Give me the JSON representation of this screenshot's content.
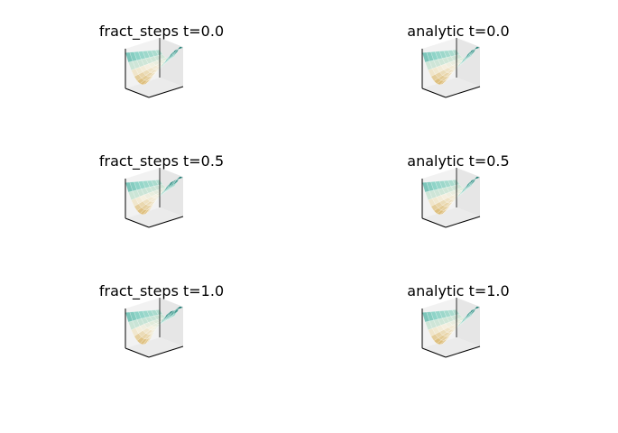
{
  "figure": {
    "background": "#ffffff",
    "panels": [
      {
        "title": "fract_steps t=0.0"
      },
      {
        "title": "analytic t=0.0"
      },
      {
        "title": "fract_steps t=0.5"
      },
      {
        "title": "analytic t=0.5"
      },
      {
        "title": "fract_steps t=1.0"
      },
      {
        "title": "analytic t=1.0"
      }
    ]
  },
  "chart_data": [
    {
      "type": "surface",
      "title": "fract_steps t=0.0",
      "colormap": "BrBG",
      "method": "fract_steps",
      "t": 0.0,
      "axes_visible": false
    },
    {
      "type": "surface",
      "title": "analytic t=0.0",
      "colormap": "BrBG",
      "method": "analytic",
      "t": 0.0,
      "axes_visible": false
    },
    {
      "type": "surface",
      "title": "fract_steps t=0.5",
      "colormap": "BrBG",
      "method": "fract_steps",
      "t": 0.5,
      "axes_visible": false
    },
    {
      "type": "surface",
      "title": "analytic t=0.5",
      "colormap": "BrBG",
      "method": "analytic",
      "t": 0.5,
      "axes_visible": false
    },
    {
      "type": "surface",
      "title": "fract_steps t=1.0",
      "colormap": "BrBG",
      "method": "fract_steps",
      "t": 1.0,
      "axes_visible": false
    },
    {
      "type": "surface",
      "title": "analytic t=1.0",
      "colormap": "BrBG",
      "method": "analytic",
      "t": 1.0,
      "axes_visible": false
    }
  ],
  "colors": {
    "pane_light": "#f2f2f2",
    "pane_dark": "#e6e6e6",
    "axis_line": "#000000",
    "cmap_low": "#8c510a",
    "cmap_mid": "#f5f0e0",
    "cmap_high": "#01665e"
  }
}
